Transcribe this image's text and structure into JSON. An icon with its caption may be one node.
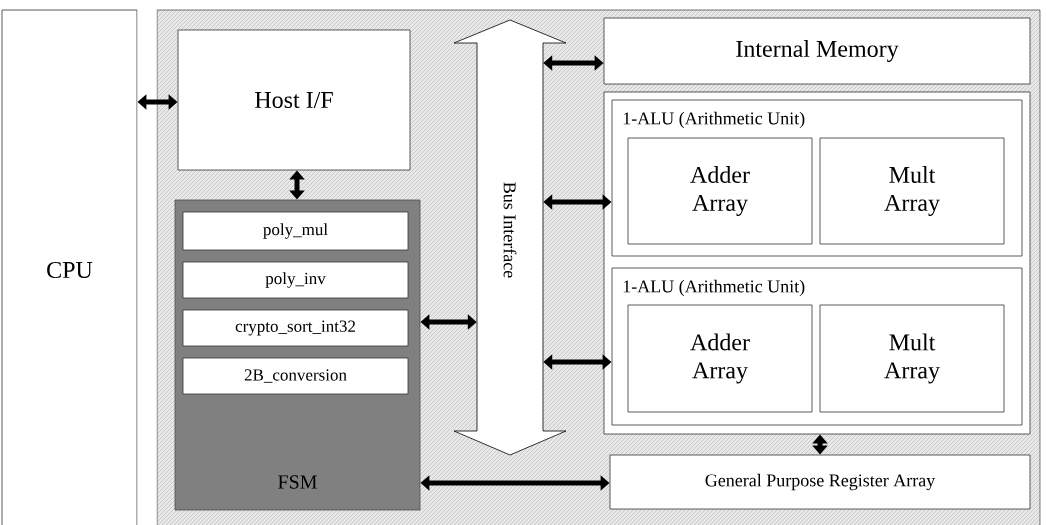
{
  "diagram": {
    "nodes": [
      {
        "text": [
          "CPU"
        ]
      },
      {
        "text": [],
        "shape": "box"
      },
      {
        "text": [
          "Host I/F"
        ],
        "in": 1
      },
      {
        "text": [
          "FSM"
        ],
        "in": 1
      },
      {
        "text": [
          "poly_mul"
        ],
        "in": 3
      },
      {
        "text": [
          "poly_inv"
        ],
        "in": 3
      },
      {
        "text": [
          "crypto_sort_int32"
        ],
        "in": 3
      },
      {
        "text": [
          "2B_conversion"
        ],
        "in": 3
      },
      {
        "text": [
          "Bus Interface"
        ],
        "in": 1
      },
      {
        "text": [
          "Internal Memory"
        ],
        "in": 1
      },
      {
        "text": [],
        "shape": "box",
        "in": 1
      },
      {
        "text": [
          "1-ALU (Arithmetic Unit)"
        ],
        "in": 10
      },
      {
        "text": [
          "Adder Array"
        ],
        "in": 11
      },
      {
        "text": [
          "Mult Array"
        ],
        "in": 11
      },
      {
        "text": [
          "1-ALU (Arithmetic Unit)"
        ],
        "in": 10
      },
      {
        "text": [
          "Adder Array"
        ],
        "in": 14
      },
      {
        "text": [
          "Mult Array"
        ],
        "in": 14
      },
      {
        "text": [
          "General Purpose Register Array"
        ],
        "in": 1
      }
    ],
    "edges": [
      {
        "from": 0,
        "to": 2,
        "arrow": "both"
      },
      {
        "from": 2,
        "to": 3,
        "arrow": "both"
      },
      {
        "from": 3,
        "to": 8,
        "arrow": "both"
      },
      {
        "from": 3,
        "to": 17,
        "arrow": "both"
      },
      {
        "from": 8,
        "to": 9,
        "arrow": "both"
      },
      {
        "from": 8,
        "to": 11,
        "arrow": "both"
      },
      {
        "from": 8,
        "to": 14,
        "arrow": "both"
      },
      {
        "from": 10,
        "to": 17,
        "arrow": "both"
      }
    ]
  }
}
